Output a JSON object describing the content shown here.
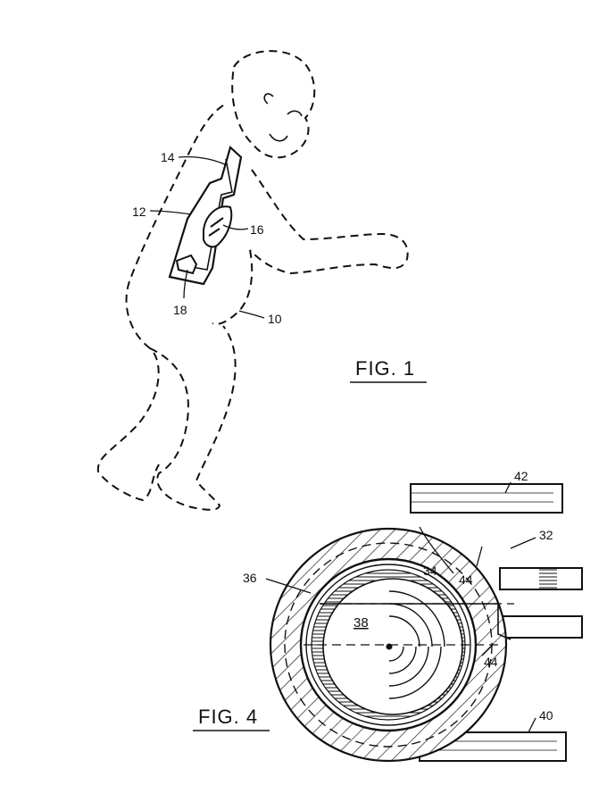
{
  "figures": {
    "fig1": {
      "title": "FIG. 1",
      "labels": {
        "body": "10",
        "device": "12",
        "top": "14",
        "module": "16",
        "base": "18"
      }
    },
    "fig4": {
      "title": "FIG. 4",
      "labels": {
        "housing": "32",
        "cavity": "34",
        "inner_wall": "36",
        "disc": "38",
        "lower_tube": "40",
        "upper_tube": "42",
        "gap_a": "44",
        "gap_b": "44"
      }
    }
  },
  "colors": {
    "ink": "#111111",
    "paper": "#ffffff"
  }
}
